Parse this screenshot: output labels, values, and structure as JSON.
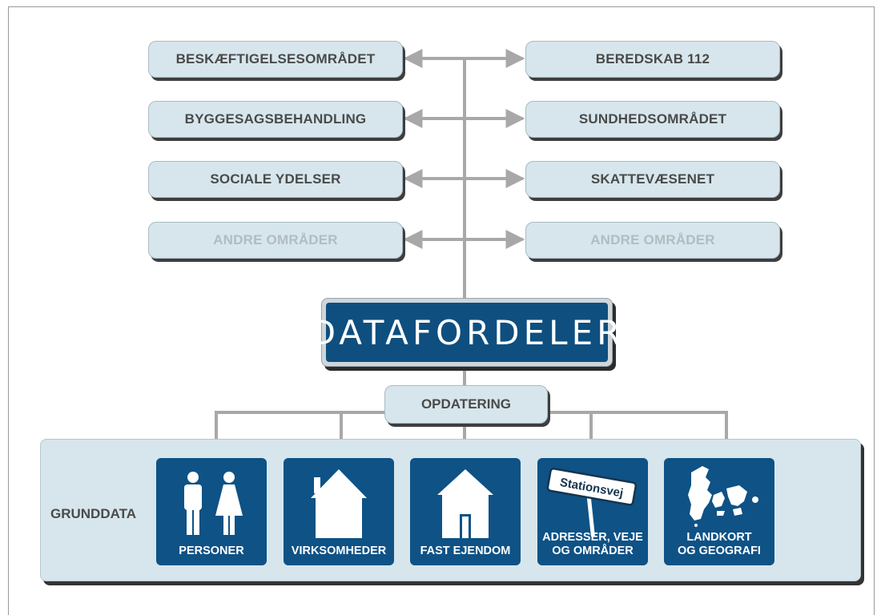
{
  "services": {
    "left": [
      {
        "label": "BESKÆFTIGELSESOMRÅDET",
        "muted": false
      },
      {
        "label": "BYGGESAGSBEHANDLING",
        "muted": false
      },
      {
        "label": "SOCIALE YDELSER",
        "muted": false
      },
      {
        "label": "ANDRE OMRÅDER",
        "muted": true
      }
    ],
    "right": [
      {
        "label": "BEREDSKAB 112",
        "muted": false
      },
      {
        "label": "SUNDHEDSOMRÅDET",
        "muted": false
      },
      {
        "label": "SKATTEVÆSENET",
        "muted": false
      },
      {
        "label": "ANDRE OMRÅDER",
        "muted": true
      }
    ]
  },
  "hub": {
    "label": "DATAFORDELER"
  },
  "update": {
    "label": "OPDATERING"
  },
  "base_data": {
    "label": "GRUNDDATA",
    "registers": [
      {
        "label": "PERSONER",
        "icon": "people-icon"
      },
      {
        "label": "VIRKSOMHEDER",
        "icon": "building-icon"
      },
      {
        "label": "FAST EJENDOM",
        "icon": "house-icon"
      },
      {
        "label": "ADRESSER, VEJE\nOG OMRÅDER",
        "icon": "street-sign-icon",
        "sign_text": "Stationsvej"
      },
      {
        "label": "LANDKORT\nOG GEOGRAFI",
        "icon": "denmark-map-icon"
      }
    ]
  },
  "colors": {
    "box_fill": "#d6e6ec",
    "hub_blue": "#0e4f80",
    "tile_blue": "#0e5286",
    "connector": "#a8a8a8",
    "text_dark": "#4a4a4a",
    "text_muted": "#b2bcc0"
  }
}
